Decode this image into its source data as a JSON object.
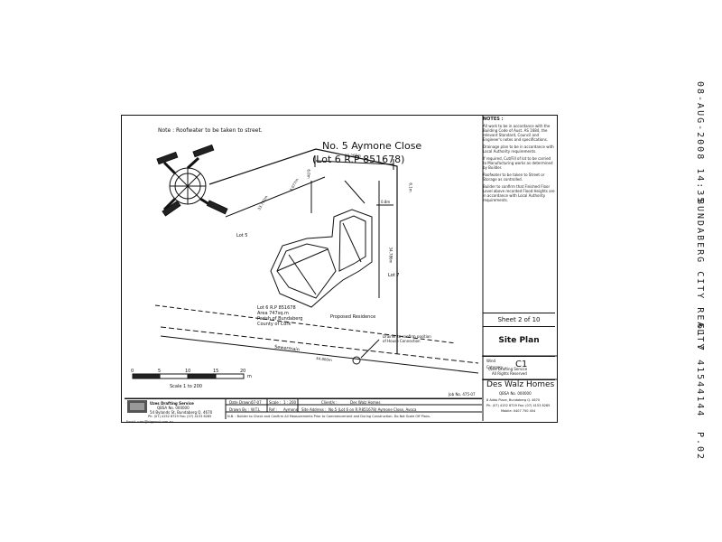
{
  "fax_header": {
    "datetime": "08-AUG-2008 14:35",
    "sender": "BUNDABERG CITY REALTY",
    "phone": "61 7 41544144",
    "page": "P.02"
  },
  "plan": {
    "note": "Note : Roofwater to be taken to street.",
    "address_line1": "No. 5 Aymone Close",
    "address_line2": "(Lot 6 R.P 851678)",
    "lot5": "Lot 5",
    "lot7": "Lot 7",
    "lot_info": [
      "Lot 6 R.P 851678",
      "Area 747sq.m",
      "Parish of Bundaberg",
      "County of Cork"
    ],
    "residence": "Proposed Residence",
    "drainer_note": [
      "Drainer to confirm position",
      "of House Connection"
    ],
    "sewer": "Sewermain",
    "dims": {
      "top": "10.265m",
      "right": "34.786m",
      "bottom": "34.800m",
      "diag": "33.792m",
      "diag2": "3.077m",
      "right_top": "6.1m",
      "setback": "0.8m",
      "left_set": "6.0m"
    },
    "scale_label": "Scale 1 to 200",
    "scale_ticks": [
      "0",
      "5",
      "10",
      "15",
      "20"
    ],
    "scale_unit": "m",
    "job_no": "Job No. 475-07"
  },
  "notes": {
    "heading": "NOTES :",
    "items": [
      "All work to be in accordance with the Building Code of Aust. AS 1684, the relevant Standard, Council and Engineer's notes and specifications.",
      "Drainage plan to be in accordance with Local Authority requirements.",
      "If required, Cut/Fill of lot to be carried to Manufacturing works as determined by Builder.",
      "Roofwater to be taken to Street or Storage as controlled.",
      "Builder to confirm that Finished Floor Level above recorded Flood Heights are in accordance with Local Authority requirements."
    ]
  },
  "sheet": {
    "label": "Sheet 2 of 10",
    "title": "Site Plan",
    "wind_label": "Wind",
    "wind_value": "C1",
    "category_label": "Category"
  },
  "company": {
    "copyright": "Uzes Drafting Service",
    "rights": "All Rights Reserved",
    "name": "Des Walz Homes",
    "lic": "QBSA No. 000000",
    "address": "8 Addo Place, Bundaberg Q. 4670",
    "phone": "Ph: (07) 4152 8729  Fax: (07) 4153 8285",
    "mobile": "Mobile: 0407 750 454"
  },
  "titleblock": {
    "firm": "Uzes Drafting Service",
    "firm_lic": "QBSA No. 000000",
    "firm_addr": "54 Bylands St, Bundaberg Q. 4670",
    "firm_ph": "Ph: (07) 4152 8729  Fax: (07) 4153 8285",
    "email": "Email: uzes@bigpond.com.au",
    "date_lbl": "Date Drawn :",
    "date_val": "07-07",
    "scale_lbl": "Scale :",
    "scale_val": "1 : 200",
    "drawn_lbl": "Drawn By :",
    "drawn_val": "W.T.L",
    "ref_lbl": "Ref :",
    "ref_val": "Aymone",
    "client_lbl": "Client/s :",
    "client_val": "Des Walz Homes",
    "site_lbl": "Site Address :",
    "site_val": "No.5 (Lot 6 on R.P.851678) Aymone Close, Avoca",
    "nb": "N.B. : Builder to Check and Confirm All Measurements Prior to Commencement and During Construction. Do Not Scale Off Plans."
  }
}
